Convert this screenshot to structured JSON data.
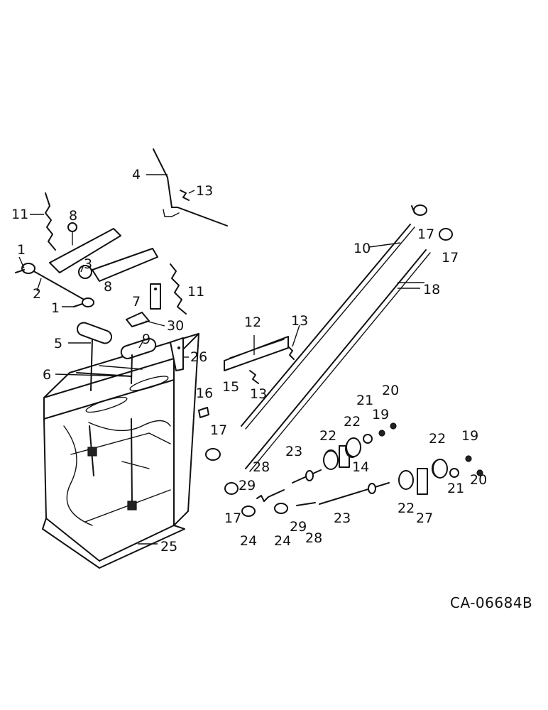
{
  "drawing_code": "CA-06684B",
  "callouts": {
    "c1a": "1",
    "c1b": "1",
    "c2": "2",
    "c3": "3",
    "c4": "4",
    "c5": "5",
    "c6": "6",
    "c7": "7",
    "c8a": "8",
    "c8b": "8",
    "c9": "9",
    "c10": "10",
    "c11a": "11",
    "c11b": "11",
    "c12": "12",
    "c13a": "13",
    "c13b": "13",
    "c13c": "13",
    "c14": "14",
    "c15": "15",
    "c16": "16",
    "c17a": "17",
    "c17b": "17",
    "c17c": "17",
    "c17d": "17",
    "c18": "18",
    "c19a": "19",
    "c19b": "19",
    "c20a": "20",
    "c20b": "20",
    "c21a": "21",
    "c21b": "21",
    "c22a": "22",
    "c22b": "22",
    "c22c": "22",
    "c22d": "22",
    "c23a": "23",
    "c23b": "23",
    "c24a": "24",
    "c24b": "24",
    "c25": "25",
    "c26": "26",
    "c27": "27",
    "c28a": "28",
    "c28b": "28",
    "c29a": "29",
    "c29b": "29",
    "c30": "30"
  }
}
